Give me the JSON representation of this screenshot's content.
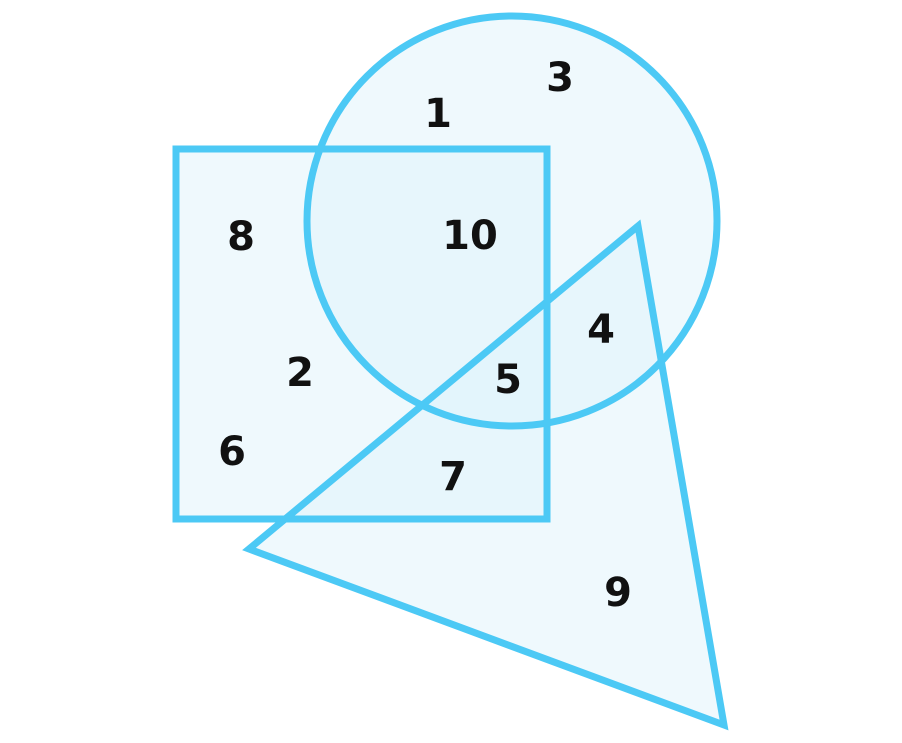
{
  "colors": {
    "stroke": "#4cc9f5",
    "fill": "#dff3fc",
    "text": "#111111",
    "background": "#ffffff"
  },
  "shapes": [
    "square",
    "circle",
    "triangle"
  ],
  "labels": {
    "n1": "1",
    "n2": "2",
    "n3": "3",
    "n4": "4",
    "n5": "5",
    "n6": "6",
    "n7": "7",
    "n8": "8",
    "n9": "9",
    "n10": "10"
  }
}
